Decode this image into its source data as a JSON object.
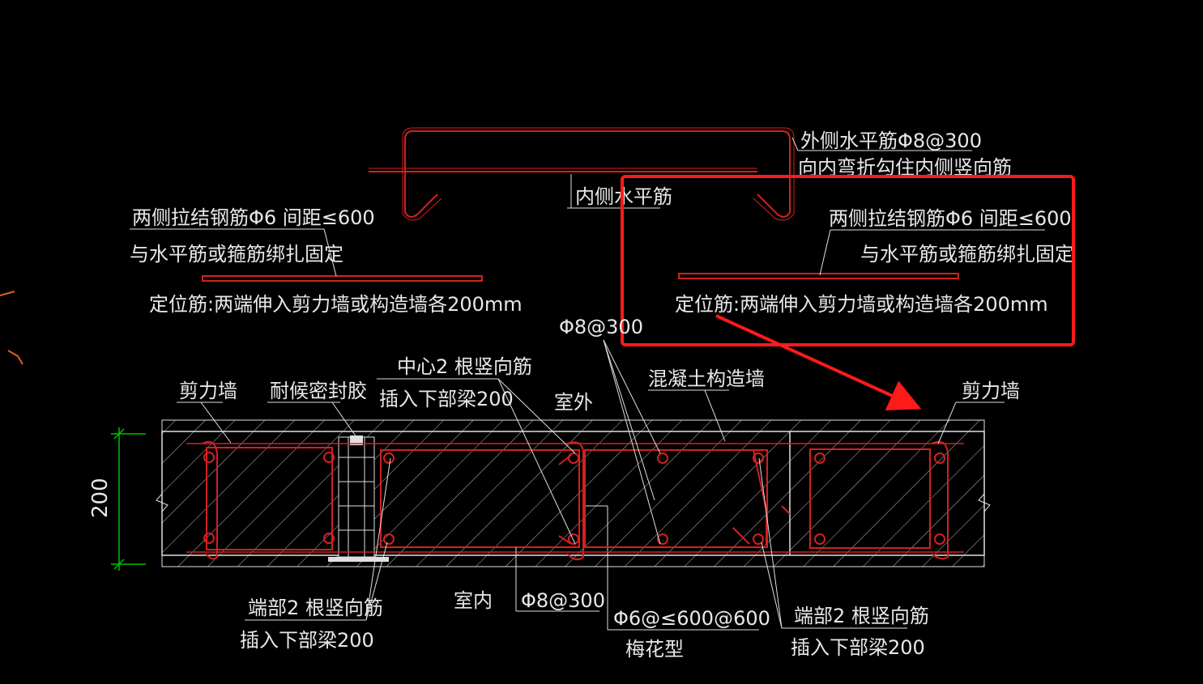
{
  "colors": {
    "background": "#000000",
    "text": "#e8e8e8",
    "rebar": "#d42020",
    "wall_line": "#e0e0e0",
    "hatch": "#bdbdbd",
    "dimension": "#00c000",
    "highlight": "#ff1a1a"
  },
  "labels": {
    "outer_horizontal_1": "外侧水平筋Φ8@300",
    "outer_horizontal_2": "向内弯折勾住内侧竖向筋",
    "inner_horizontal": "内侧水平筋",
    "left_tie_1": "两侧拉结钢筋Φ6 间距≤600",
    "left_tie_2": "与水平筋或箍筋绑扎固定",
    "left_locator": "定位筋:两端伸入剪力墙或构造墙各200mm",
    "right_tie_1": "两侧拉结钢筋Φ6 间距≤600",
    "right_tie_2": "与水平筋或箍筋绑扎固定",
    "right_locator": "定位筋:两端伸入剪力墙或构造墙各200mm",
    "phi8_top": "Φ8@300",
    "center_vertical_1": "中心2 根竖向筋",
    "center_vertical_2": "插入下部梁200",
    "shear_wall_left": "剪力墙",
    "sealant": "耐候密封胶",
    "outdoor": "室外",
    "concrete_wall": "混凝土构造墙",
    "shear_wall_right": "剪力墙",
    "dimension_200": "200",
    "indoor": "室内",
    "phi8_bottom": "Φ8@300",
    "end_vertical_left_1": "端部2 根竖向筋",
    "end_vertical_left_2": "插入下部梁200",
    "phi6_quincunx_1": "Φ6@≤600@600",
    "phi6_quincunx_2": "梅花型",
    "end_vertical_right_1": "端部2 根竖向筋",
    "end_vertical_right_2": "插入下部梁200"
  }
}
